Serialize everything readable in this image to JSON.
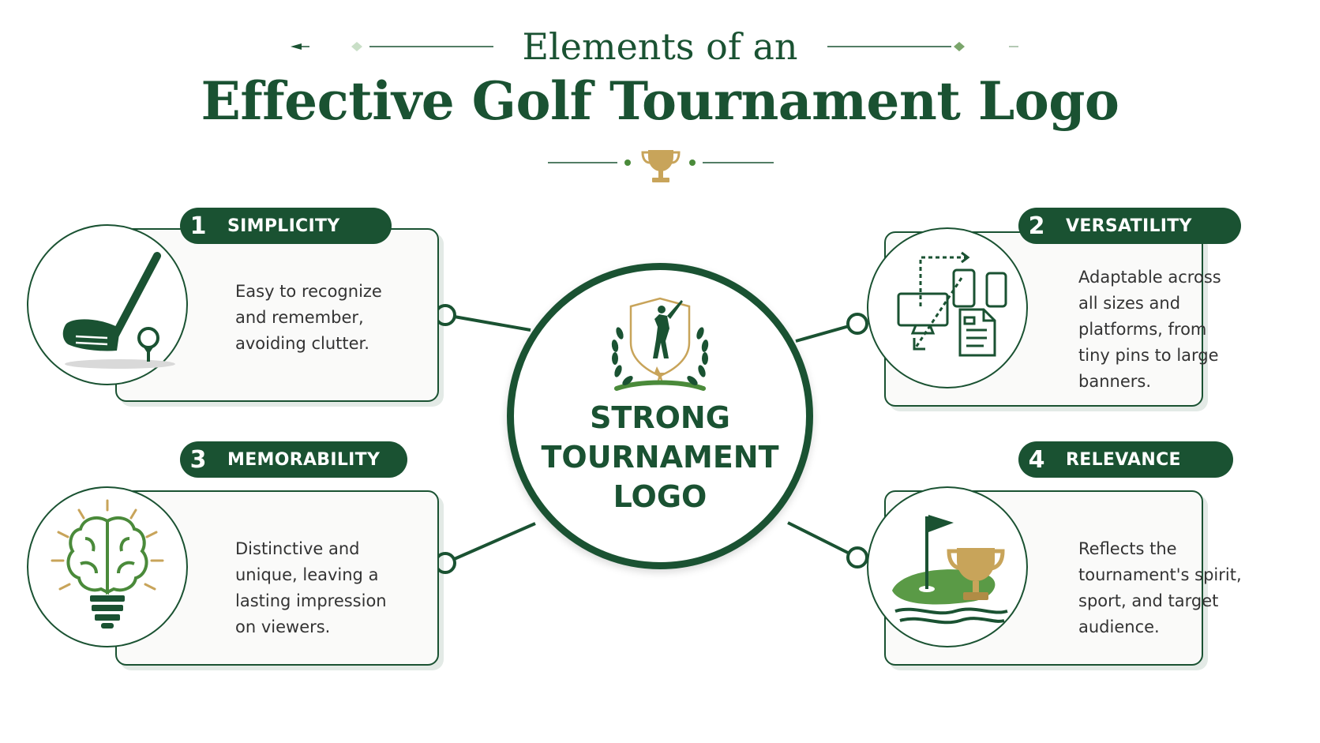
{
  "header": {
    "title_top": "Elements of an",
    "title_main": "Effective Golf Tournament Logo"
  },
  "hub": {
    "lines": [
      "STRONG",
      "TOURNAMENT",
      "LOGO"
    ]
  },
  "elements": [
    {
      "number": "1",
      "label": "SIMPLICITY",
      "description": "Easy to recognize and remember, avoiding clutter.",
      "icon": "golf-club-icon"
    },
    {
      "number": "2",
      "label": "VERSATILITY",
      "description": "Adaptable across all sizes and platforms, from tiny pins to large banners.",
      "icon": "devices-icon"
    },
    {
      "number": "3",
      "label": "MEMORABILITY",
      "description": "Distinctive and unique, leaving a lasting impression on viewers.",
      "icon": "brain-bulb-icon"
    },
    {
      "number": "4",
      "label": "RELEVANCE",
      "description": "Reflects the tournament's spirit, sport, and target audience.",
      "icon": "green-trophy-icon"
    }
  ],
  "colors": {
    "primary": "#1a5232",
    "accent_green": "#4a8a3a",
    "gold": "#c8a45a"
  }
}
